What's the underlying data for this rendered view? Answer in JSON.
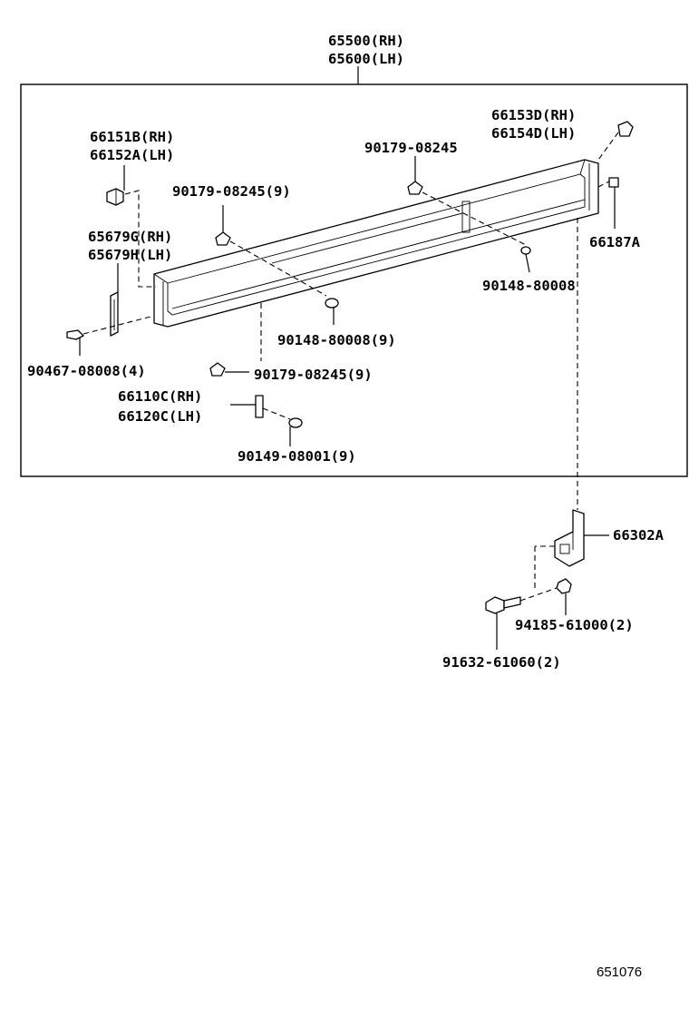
{
  "labels": {
    "assembly_rh": "65500(RH)",
    "assembly_lh": "65600(LH)",
    "bracket_b_rh": "66151B(RH)",
    "bracket_a_lh": "66152A(LH)",
    "bracket_d_rh": "66153D(RH)",
    "bracket_d_lh": "66154D(LH)",
    "clip_top": "90179-08245",
    "clip_left": "90179-08245(9)",
    "seal_rh": "65679G(RH)",
    "seal_lh": "65679H(LH)",
    "clip_66187": "66187A",
    "screw_right": "90148-80008",
    "screw_center": "90148-80008(9)",
    "bolt_left": "90467-08008(4)",
    "clip_bottom": "90179-08245(9)",
    "bracket_c_rh": "66110C(RH)",
    "bracket_c_lh": "66120C(LH)",
    "screw_bottom": "90149-08001(9)",
    "hinge": "66302A",
    "nut": "94185-61000(2)",
    "bolt_hinge": "91632-61060(2)"
  },
  "diagram_ref": "651076"
}
